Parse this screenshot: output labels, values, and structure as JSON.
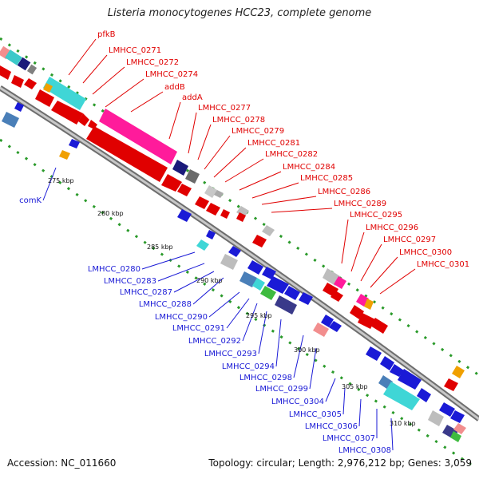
{
  "title": "Listeria monocytogenes HCC23, complete genome",
  "footer": {
    "accession": "Accession: NC_011660",
    "stats": "Topology: circular; Length: 2,976,212 bp; Genes: 3,059"
  },
  "colors": {
    "forward_label": "#e00000",
    "reverse_label": "#1a1ad6",
    "backbone": "#8c8c8c",
    "ticks": "#2a9a2a"
  },
  "scale_labels": [
    "275 kbp",
    "280 kbp",
    "285 kbp",
    "290 kbp",
    "295 kbp",
    "300 kbp",
    "305 kbp",
    "310 kbp"
  ],
  "forward_labels": [
    "pfkB",
    "LMHCC_0271",
    "LMHCC_0272",
    "LMHCC_0274",
    "addB",
    "addA",
    "LMHCC_0277",
    "LMHCC_0278",
    "LMHCC_0279",
    "LMHCC_0281",
    "LMHCC_0282",
    "LMHCC_0284",
    "LMHCC_0285",
    "LMHCC_0286",
    "LMHCC_0289",
    "LMHCC_0295",
    "LMHCC_0296",
    "LMHCC_0297",
    "LMHCC_0300",
    "LMHCC_0301"
  ],
  "reverse_labels": [
    "comK",
    "LMHCC_0280",
    "LMHCC_0283",
    "LMHCC_0287",
    "LMHCC_0288",
    "LMHCC_0290",
    "LMHCC_0291",
    "LMHCC_0292",
    "LMHCC_0293",
    "LMHCC_0294",
    "LMHCC_0298",
    "LMHCC_0299",
    "LMHCC_0304",
    "LMHCC_0305",
    "LMHCC_0306",
    "LMHCC_0307",
    "LMHCC_0308"
  ]
}
